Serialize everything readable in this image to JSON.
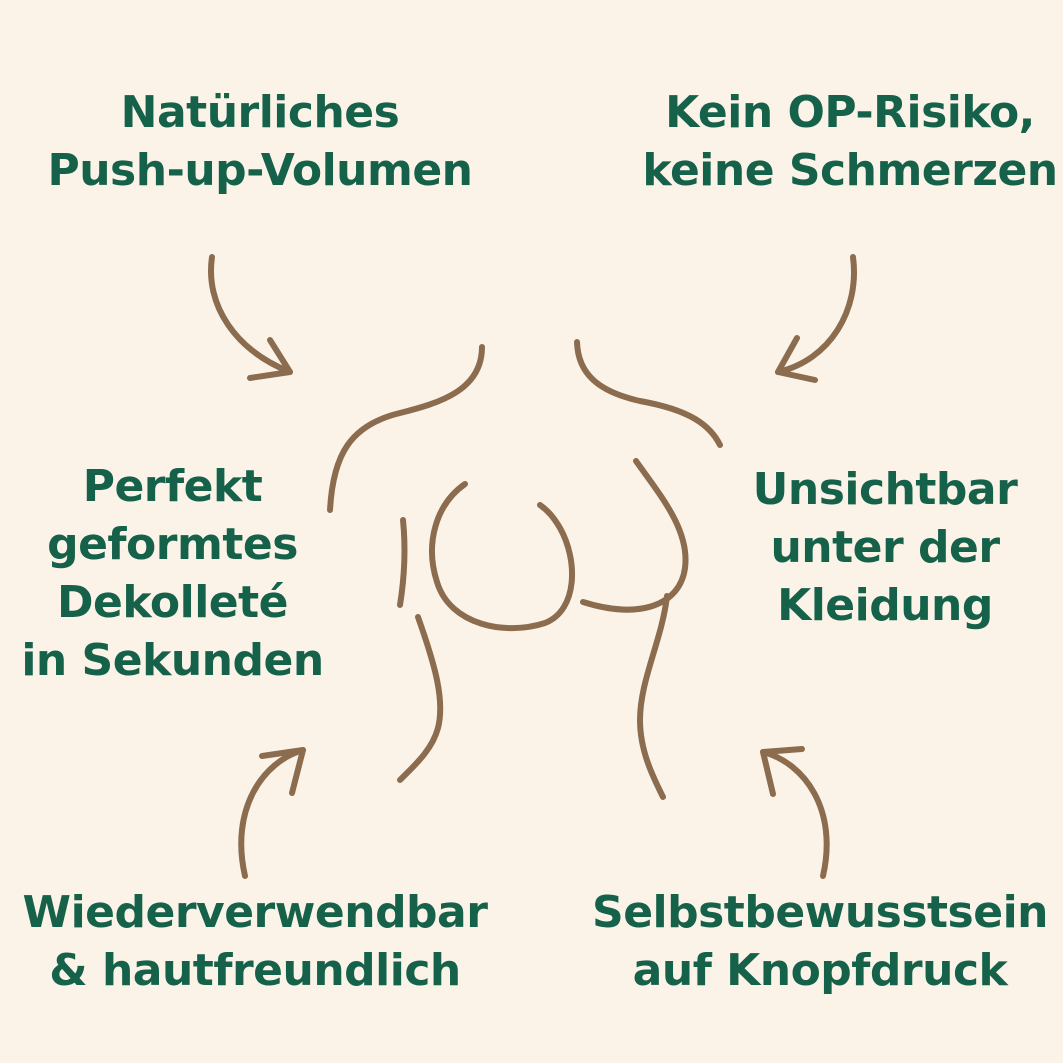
{
  "colors": {
    "background": "#fbf3e8",
    "text": "#15614a",
    "line": "#8c6c4f"
  },
  "labels": {
    "top_left": [
      "Natürliches",
      "Push-up-Volumen"
    ],
    "top_right": [
      "Kein OP-Risiko,",
      "keine Schmerzen"
    ],
    "middle_left": [
      "Perfekt",
      "geformtes",
      "Dekolleté",
      "in Sekunden"
    ],
    "middle_right": [
      "Unsichtbar",
      "unter der",
      "Kleidung"
    ],
    "bottom_left": [
      "Wiederverwendbar",
      "& hautfreundlich"
    ],
    "bottom_right": [
      "Selbstbewusstsein",
      "auf Knopfdruck"
    ]
  },
  "icons": {
    "figure": "torso-line-drawing",
    "arrows": [
      "curved-arrow-icon",
      "curved-arrow-icon",
      "curved-arrow-icon",
      "curved-arrow-icon"
    ]
  }
}
